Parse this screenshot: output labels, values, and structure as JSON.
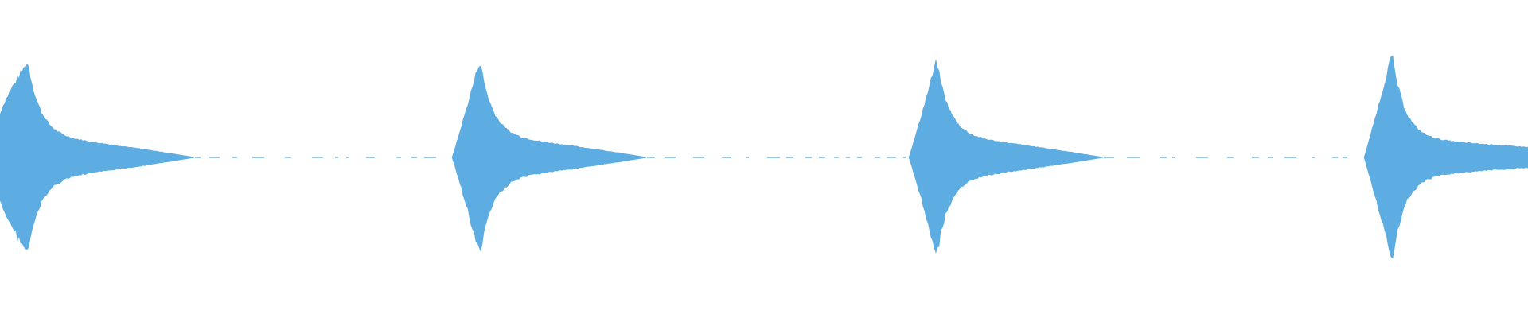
{
  "waveform": {
    "color": "#5dade2",
    "background": "#ffffff",
    "burst_count": 4,
    "bursts": [
      {
        "index": 1,
        "peak_amplitude": 0.98,
        "tail_fades_to_silence": true
      },
      {
        "index": 2,
        "peak_amplitude": 1.0,
        "tail_fades_to_silence": true
      },
      {
        "index": 3,
        "peak_amplitude": 1.0,
        "tail_fades_to_silence": true
      },
      {
        "index": 4,
        "peak_amplitude": 1.06,
        "tail_fades_to_silence": false
      }
    ]
  }
}
